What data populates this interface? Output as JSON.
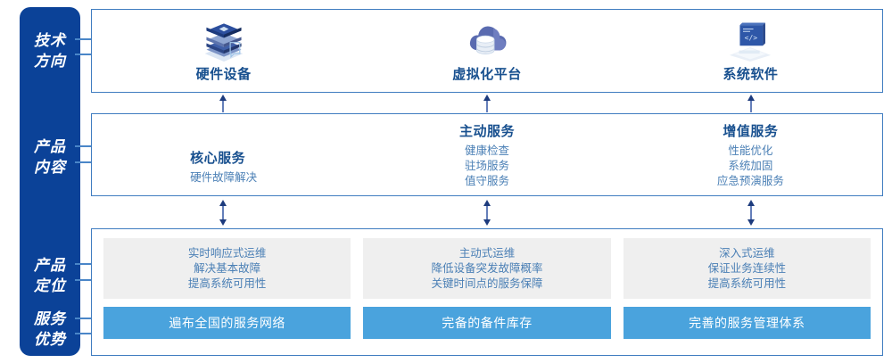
{
  "colors": {
    "sidebar_navy": "#0B4298",
    "panel_border": "#3f7cc0",
    "heading_blue": "#18508f",
    "body_blue": "#4a7fb5",
    "gray_card": "#efefef",
    "accent_blue_bar": "#4aa3dd",
    "white": "#ffffff"
  },
  "sidebar": {
    "labels": [
      {
        "id": "tech-direction",
        "line1": "技术",
        "line2": "方向"
      },
      {
        "id": "product-content",
        "line1": "产品",
        "line2": "内容"
      },
      {
        "id": "product-position",
        "line1": "产品",
        "line2": "定位"
      },
      {
        "id": "service-advantage",
        "line1": "服务",
        "line2": "优势"
      }
    ]
  },
  "tech_direction": {
    "items": [
      {
        "icon": "server-stack-icon",
        "label": "硬件设备"
      },
      {
        "icon": "cloud-database-icon",
        "label": "虚拟化平台"
      },
      {
        "icon": "laptop-code-icon",
        "label": "系统软件"
      }
    ]
  },
  "product_content": {
    "columns": [
      {
        "title": "核心服务",
        "items": [
          "硬件故障解决"
        ]
      },
      {
        "title": "主动服务",
        "items": [
          "健康检查",
          "驻场服务",
          "值守服务"
        ]
      },
      {
        "title": "增值服务",
        "items": [
          "性能优化",
          "系统加固",
          "应急预演服务"
        ]
      }
    ]
  },
  "product_positioning": {
    "cards": [
      {
        "lines": [
          "实时响应式运维",
          "解决基本故障",
          "提高系统可用性"
        ]
      },
      {
        "lines": [
          "主动式运维",
          "降低设备突发故障概率",
          "关键时间点的服务保障"
        ]
      },
      {
        "lines": [
          "深入式运维",
          "保证业务连续性",
          "提高系统可用性"
        ]
      }
    ]
  },
  "service_advantage": {
    "bars": [
      {
        "label": "遍布全国的服务网络"
      },
      {
        "label": "完备的备件库存"
      },
      {
        "label": "完善的服务管理体系"
      }
    ]
  },
  "connectors": {
    "arrow_up_icon": "arrow-up-icon",
    "arrow_updown_icon": "arrow-up-down-icon"
  }
}
